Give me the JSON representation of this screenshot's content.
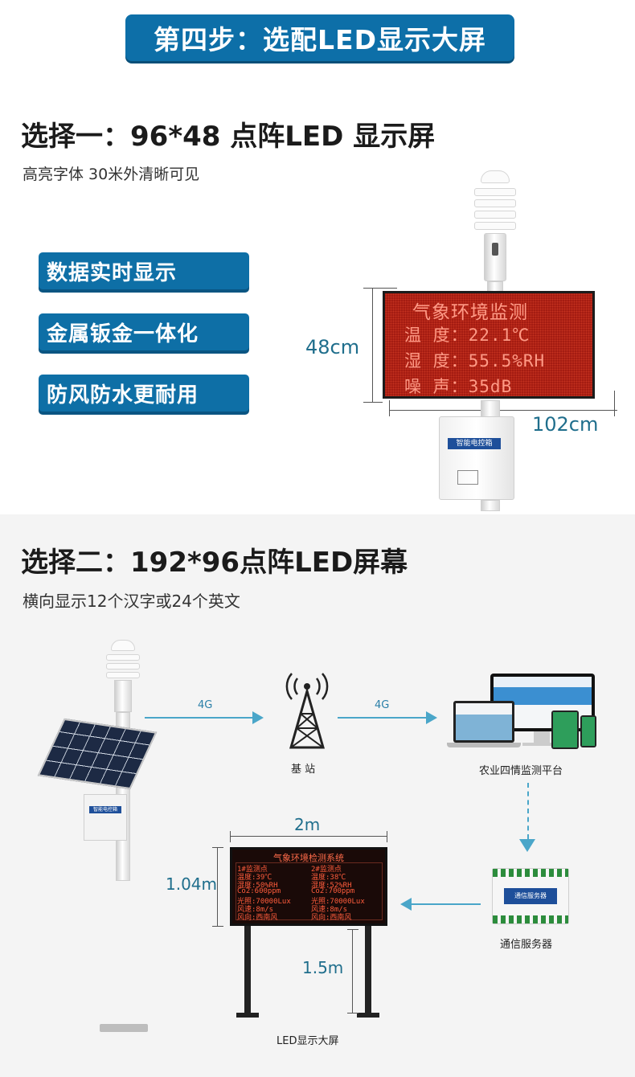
{
  "banner": {
    "title": "第四步：选配LED显示大屏"
  },
  "option1": {
    "title": "选择一：96*48 点阵LED 显示屏",
    "subtitle": "高亮字体 30米外清晰可见",
    "features": [
      "数据实时显示",
      "金属钣金一体化",
      "防风防水更耐用"
    ],
    "panel_lines": [
      "气象环境监测",
      "温   度：22.1℃",
      "湿   度：55.5%RH",
      "噪   声：35dB"
    ],
    "height_label": "48cm",
    "width_label": "102cm",
    "box_label": "智能电控箱"
  },
  "option2": {
    "title": "选择二：192*96点阵LED屏幕",
    "subtitle": "横向显示12个汉字或24个英文",
    "link1_label": "4G",
    "link2_label": "4G",
    "station_label": "基 站",
    "platform_label": "农业四情监测平台",
    "server_label": "通信服务器",
    "server_brand": "通信服务器",
    "led_label": "LED显示大屏",
    "box_label": "智能电控箱",
    "width_label": "2m",
    "height_label": "1.04m",
    "leg_label": "1.5m",
    "panel": {
      "title": "气象环境检测系统",
      "rows": [
        [
          "1#监测点",
          "2#监测点"
        ],
        [
          "温度:39℃",
          "温度:38℃"
        ],
        [
          "湿度:50%RH",
          "湿度:52%RH"
        ],
        [
          "Co2:600ppm",
          "Co2:700ppm"
        ],
        [
          "光照:70000Lux",
          "光照:70000Lux"
        ],
        [
          "风速:8m/s",
          "风速:8m/s"
        ],
        [
          "风向:西南风",
          "风向:西南风"
        ]
      ]
    }
  }
}
